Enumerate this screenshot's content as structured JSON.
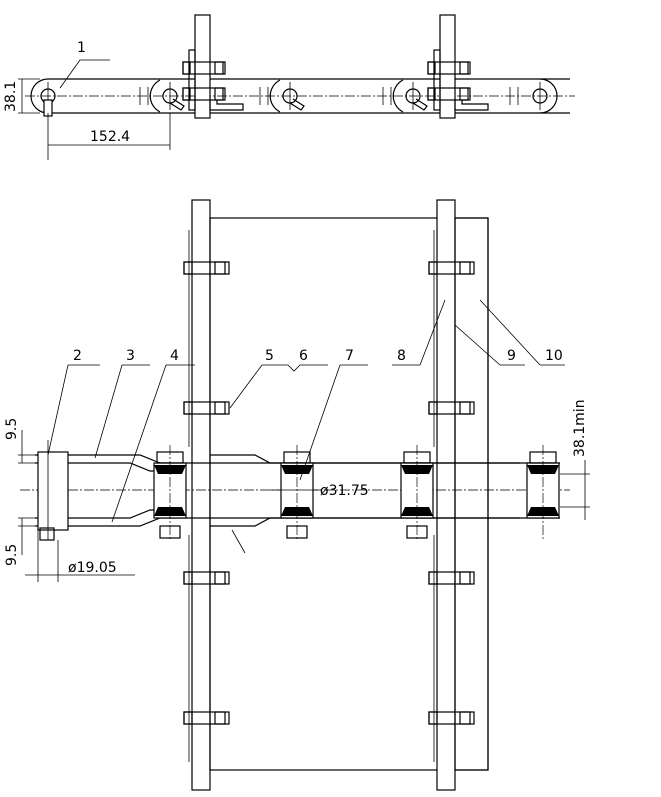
{
  "top_view": {
    "part_label_1": "1",
    "dim_height": "38.1",
    "dim_pitch": "152.4"
  },
  "front_view": {
    "part_labels": [
      "2",
      "3",
      "4",
      "5",
      "6",
      "7",
      "8",
      "9",
      "10"
    ],
    "dim_plate_top": "9.5",
    "dim_plate_bottom": "9.5",
    "dim_pin_diameter": "ø19.05",
    "dim_roller_diameter": "ø31.75",
    "dim_clearance": "38.1min"
  }
}
